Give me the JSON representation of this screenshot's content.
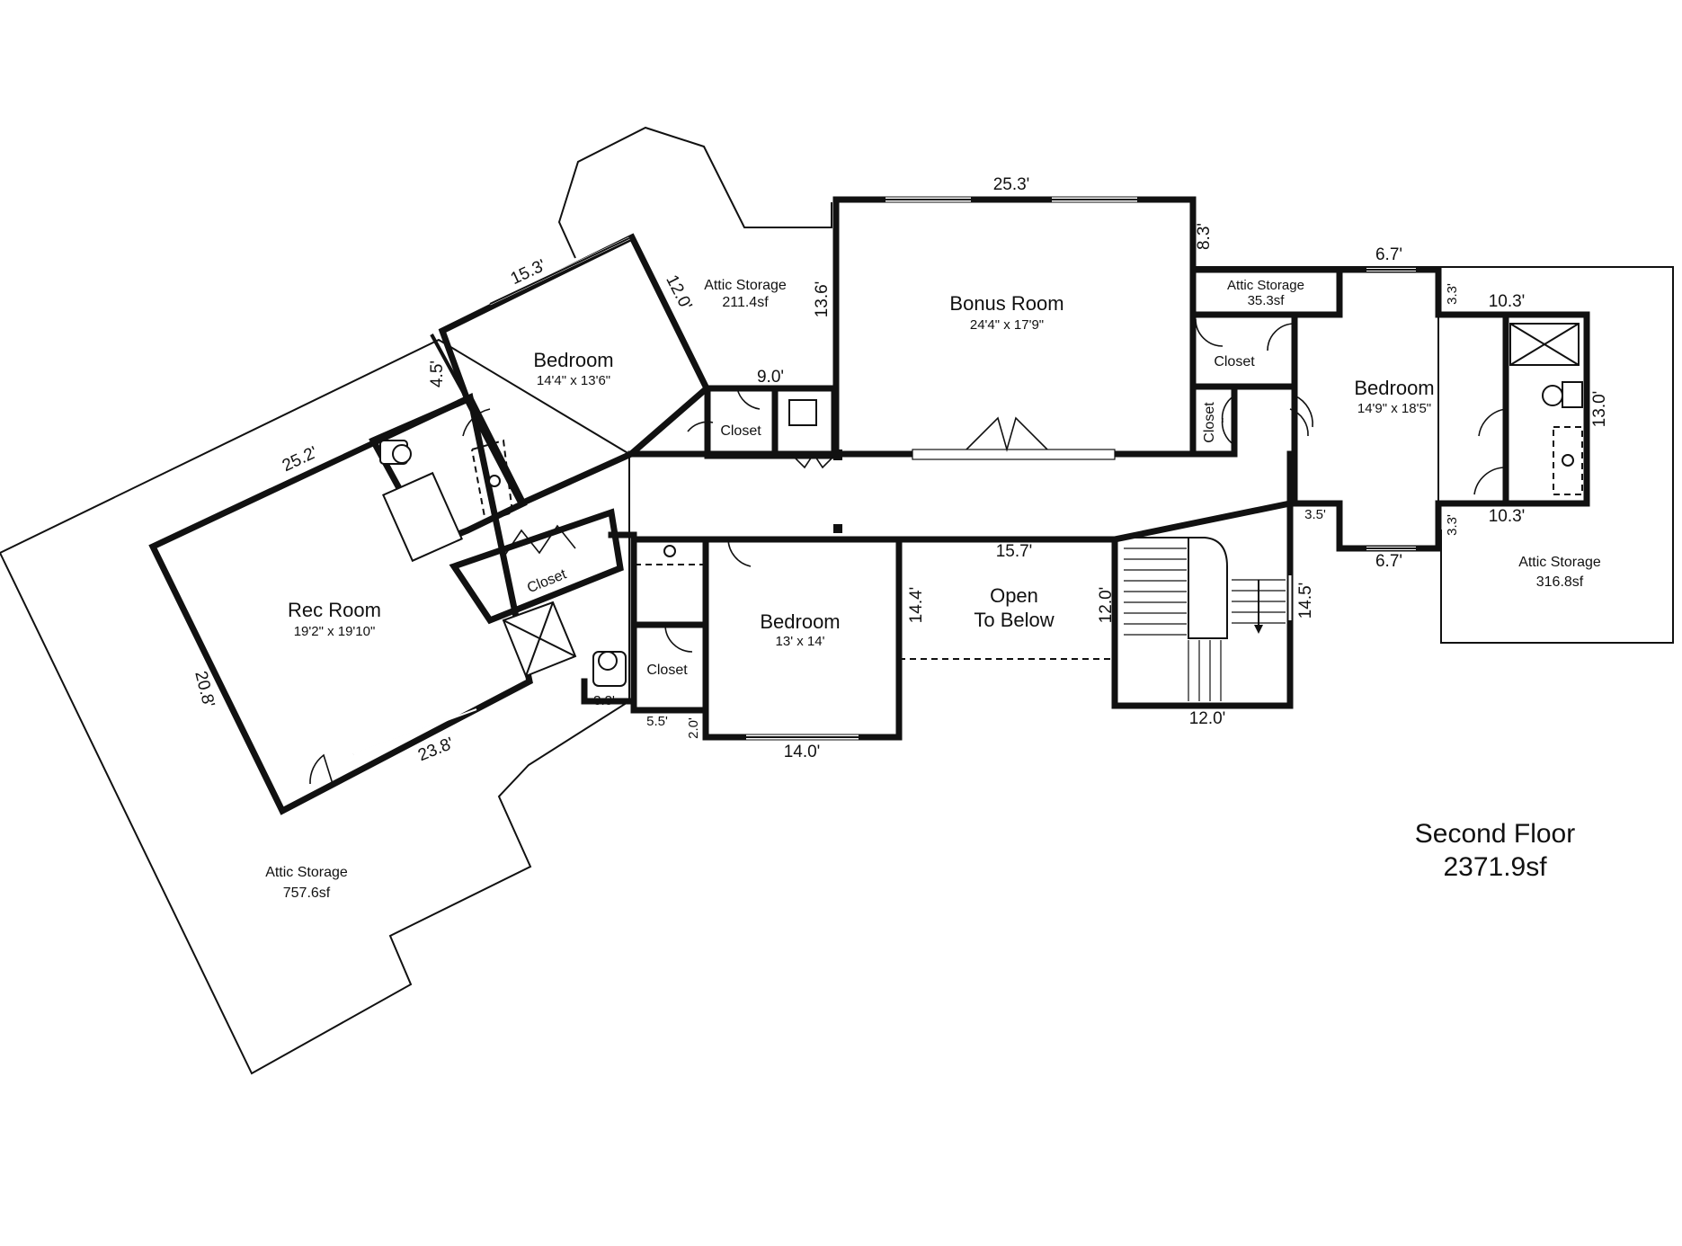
{
  "floor": {
    "name": "Second Floor",
    "area": "2371.9sf"
  },
  "rooms": {
    "rec_room": {
      "name": "Rec Room",
      "size": "19'2\" x 19'10\""
    },
    "bedroom_left": {
      "name": "Bedroom",
      "size": "14'4\" x 13'6\""
    },
    "bonus_room": {
      "name": "Bonus Room",
      "size": "24'4\" x 17'9\""
    },
    "bedroom_center": {
      "name": "Bedroom",
      "size": "13' x 14'"
    },
    "bedroom_right": {
      "name": "Bedroom",
      "size": "14'9\" x 18'5\""
    },
    "open_to_below": {
      "line1": "Open",
      "line2": "To Below"
    },
    "attic_storage_top": {
      "name": "Attic Storage",
      "area": "211.4sf"
    },
    "attic_storage_small": {
      "name": "Attic Storage",
      "area": "35.3sf"
    },
    "attic_storage_right": {
      "name": "Attic Storage",
      "area": "316.8sf"
    },
    "attic_storage_bottom": {
      "name": "Attic Storage",
      "area": "757.6sf"
    },
    "closets": [
      "Closet",
      "Closet",
      "Closet",
      "Closet",
      "Closet"
    ]
  },
  "dimensions": [
    "15.3'",
    "12.0'",
    "4.5'",
    "25.2'",
    "20.8'",
    "23.8'",
    "3.3'",
    "5.5'",
    "2.0'",
    "14.0'",
    "9.0'",
    "13.6'",
    "25.3'",
    "8.3'",
    "15.7'",
    "14.4'",
    "12.0'",
    "12.0'",
    "14.5'",
    "3.5'",
    "6.7'",
    "3.3'",
    "10.3'",
    "13.0'",
    "10.3'",
    "3.3'",
    "6.7'"
  ]
}
